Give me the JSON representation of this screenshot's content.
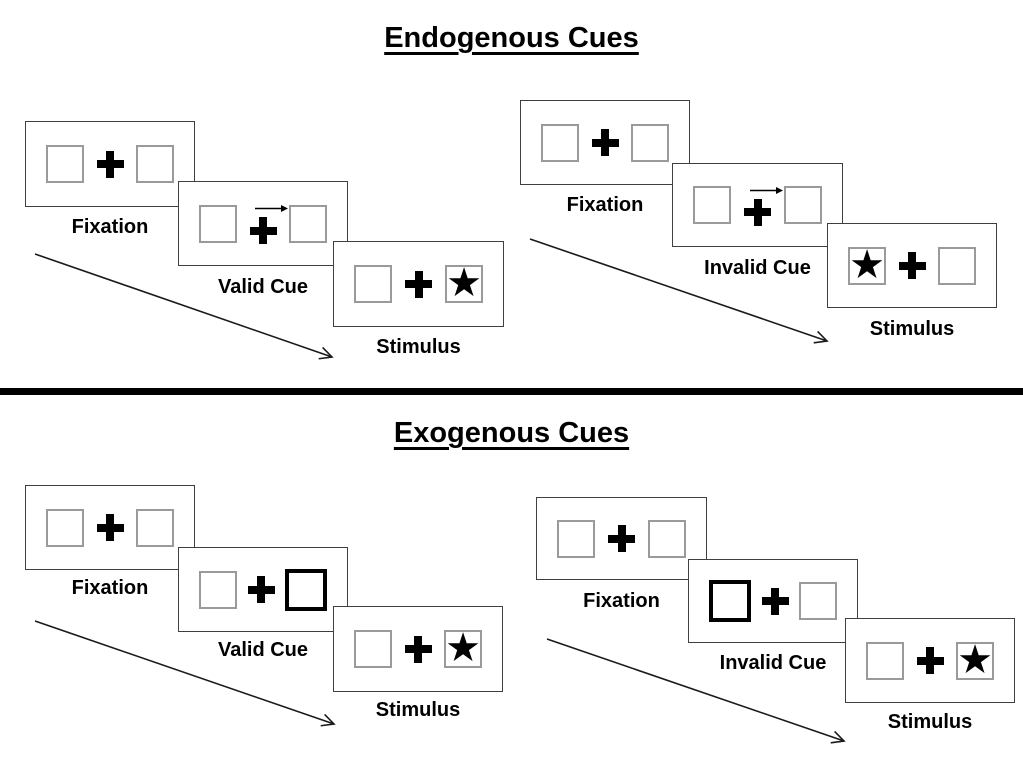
{
  "diagram": {
    "sections": [
      {
        "title": "Endogenous Cues",
        "groups": [
          {
            "type": "valid-trial-sequence",
            "panels": [
              {
                "label": "Fixation",
                "left": "empty-square",
                "center": "fixation-cross",
                "right": "empty-square"
              },
              {
                "label": "Valid Cue",
                "left": "empty-square",
                "center": "fixation-cross-with-right-arrow",
                "right": "empty-square"
              },
              {
                "label": "Stimulus",
                "left": "empty-square",
                "center": "fixation-cross",
                "right": "star-target"
              }
            ]
          },
          {
            "type": "invalid-trial-sequence",
            "panels": [
              {
                "label": "Fixation",
                "left": "empty-square",
                "center": "fixation-cross",
                "right": "empty-square"
              },
              {
                "label": "Invalid Cue",
                "left": "empty-square",
                "center": "fixation-cross-with-right-arrow",
                "right": "empty-square"
              },
              {
                "label": "Stimulus",
                "left": "star-target",
                "center": "fixation-cross",
                "right": "empty-square"
              }
            ]
          }
        ]
      },
      {
        "title": "Exogenous Cues",
        "groups": [
          {
            "type": "valid-trial-sequence",
            "panels": [
              {
                "label": "Fixation",
                "left": "empty-square",
                "center": "fixation-cross",
                "right": "empty-square"
              },
              {
                "label": "Valid Cue",
                "left": "empty-square",
                "center": "fixation-cross",
                "right": "highlighted-bold-square"
              },
              {
                "label": "Stimulus",
                "left": "empty-square",
                "center": "fixation-cross",
                "right": "star-target"
              }
            ]
          },
          {
            "type": "invalid-trial-sequence",
            "panels": [
              {
                "label": "Fixation",
                "left": "empty-square",
                "center": "fixation-cross",
                "right": "empty-square"
              },
              {
                "label": "Invalid Cue",
                "left": "highlighted-bold-square",
                "center": "fixation-cross",
                "right": "empty-square"
              },
              {
                "label": "Stimulus",
                "left": "empty-square",
                "center": "fixation-cross",
                "right": "star-target"
              }
            ]
          }
        ]
      }
    ],
    "glyphs": {
      "star": "★"
    },
    "icons": {
      "fixation-cross-icon": "css-plus-shape",
      "cue-arrow-icon": "svg-right-arrow",
      "sequence-arrow": "svg-diagonal-line-arrow",
      "target-star-icon": "★"
    },
    "colors": {
      "ink": "#000000",
      "panel_border": "#3f3f3f",
      "square_border": "#9a9a9a",
      "background": "#ffffff"
    }
  }
}
